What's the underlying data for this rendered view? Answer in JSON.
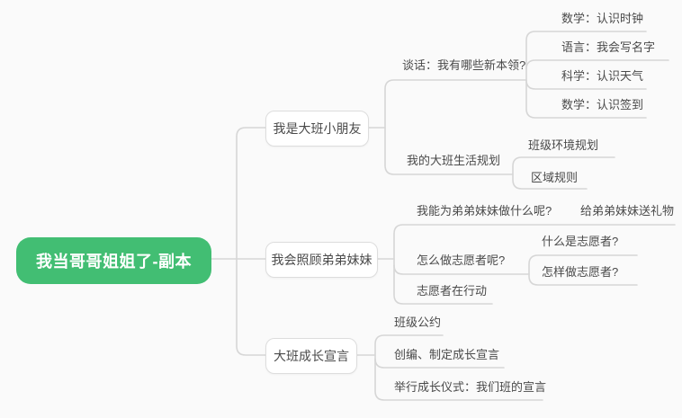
{
  "colors": {
    "background": "#fafafa",
    "root_bg": "#42be73",
    "root_text": "#ffffff",
    "line": "#d6d6d6",
    "node_border": "#dddddd",
    "node_text": "#4a4a4a"
  },
  "root": {
    "label": "我当哥哥姐姐了-副本"
  },
  "branches": [
    {
      "label": "我是大班小朋友",
      "children": [
        {
          "label": "谈话：我有哪些新本领?",
          "children": [
            {
              "label": "数学：认识时钟"
            },
            {
              "label": "语言：我会写名字"
            },
            {
              "label": "科学：认识天气"
            },
            {
              "label": "数学：认识签到"
            }
          ]
        },
        {
          "label": "我的大班生活规划",
          "children": [
            {
              "label": "班级环境规划"
            },
            {
              "label": "区域规则"
            }
          ]
        }
      ]
    },
    {
      "label": "我会照顾弟弟妹妹",
      "children": [
        {
          "label": "我能为弟弟妹妹做什么呢?",
          "children": [
            {
              "label": "给弟弟妹妹送礼物"
            }
          ]
        },
        {
          "label": "怎么做志愿者呢?",
          "children": [
            {
              "label": "什么是志愿者?"
            },
            {
              "label": "怎样做志愿者?"
            }
          ]
        },
        {
          "label": "志愿者在行动"
        }
      ]
    },
    {
      "label": "大班成长宣言",
      "children": [
        {
          "label": "班级公约"
        },
        {
          "label": "创编、制定成长宣言"
        },
        {
          "label": "举行成长仪式：我们班的宣言"
        }
      ]
    }
  ]
}
